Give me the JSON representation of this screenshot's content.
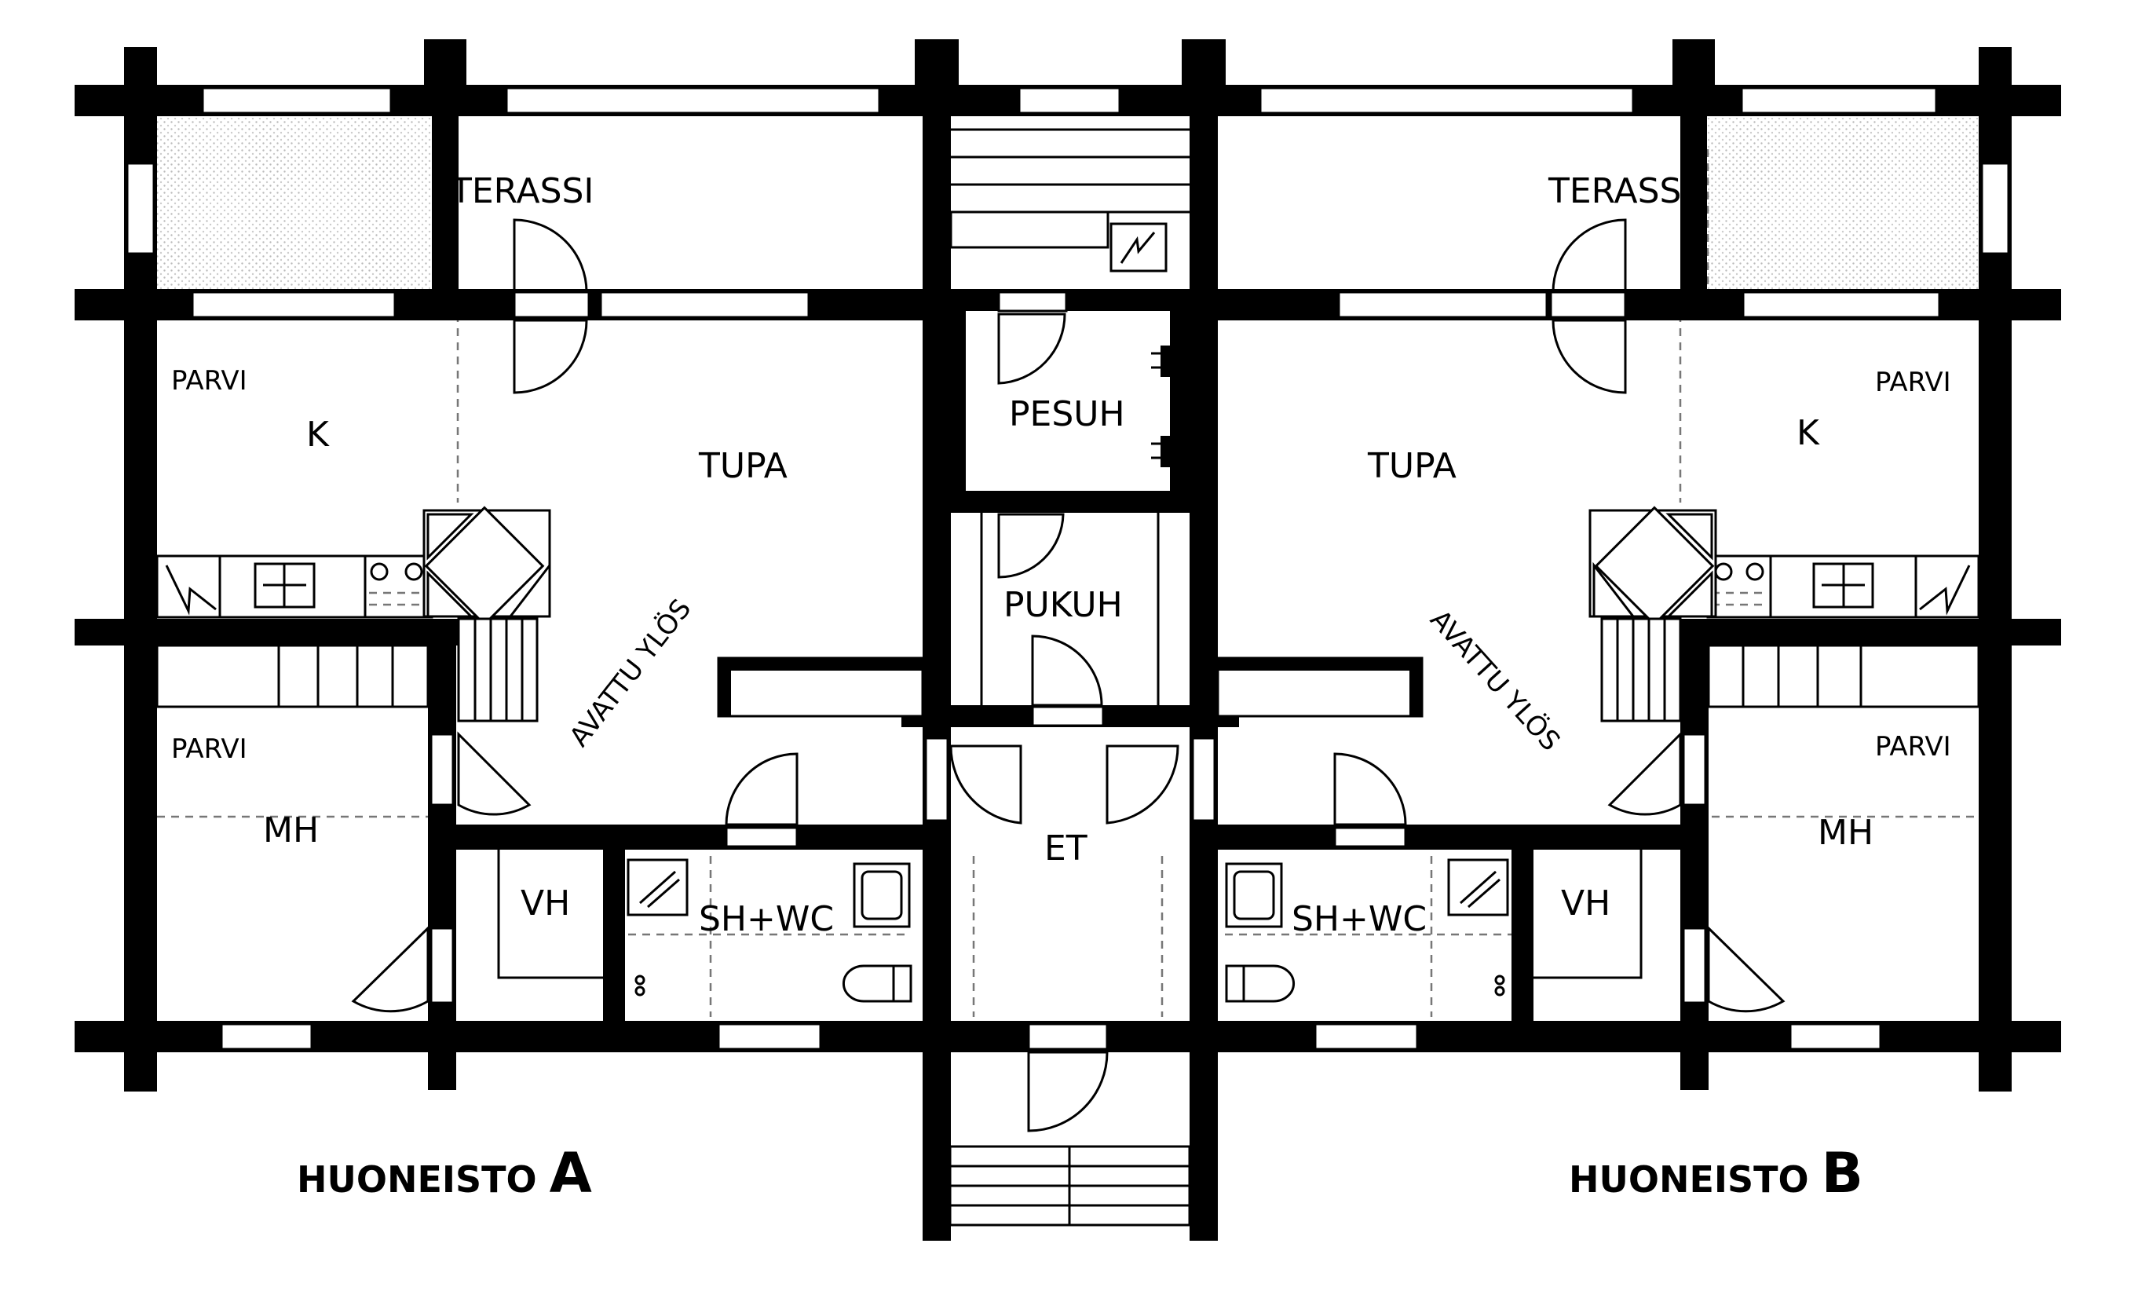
{
  "units": {
    "a": {
      "prefix": "HUONEISTO ",
      "letter": "A"
    },
    "b": {
      "prefix": "HUONEISTO ",
      "letter": "B"
    }
  },
  "rooms": {
    "terassi": "TERASSI",
    "parvi": "PARVI",
    "keittio": "K",
    "tupa": "TUPA",
    "avattu_ylos": "AVATTU YLÖS",
    "makuuhuone": "MH",
    "vaatehuone": "VH",
    "kylpyhuone": "SH+WC",
    "pesuhuone": "PESUH",
    "pukuhuone": "PUKUH",
    "eteinen": "ET"
  },
  "colors": {
    "wall": "#000000",
    "background": "#ffffff",
    "dashed_line": "#777777"
  }
}
